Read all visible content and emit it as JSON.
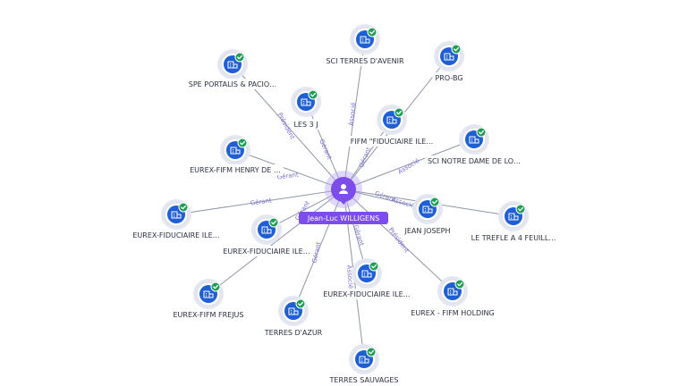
{
  "colors": {
    "edge": "#8f96a5",
    "edge_label": "#7a6fd6",
    "company": "#1f5fd6",
    "verified": "#1f9d55",
    "person": "#7c4dea"
  },
  "center": {
    "label": "Jean-Luc WILLIGENS",
    "icon": "person-icon"
  },
  "company_icon": "building-icon",
  "verified_icon": "check-badge-icon",
  "companies": [
    {
      "label": "SCI TERRES D'AVENIR",
      "edge_label": "Associé"
    },
    {
      "label": "PRO-BG",
      "edge_label": ""
    },
    {
      "label": "SPE PORTALIS & PACIO…",
      "edge_label": "Président"
    },
    {
      "label": "LES 3 J",
      "edge_label": "Gérant"
    },
    {
      "label": "FIFM \"FIDUCIAIRE ILE…",
      "edge_label": "Gérant"
    },
    {
      "label": "SCI NOTRE DAME DE LO…",
      "edge_label": "Associé"
    },
    {
      "label": "EUREX-FIFM HENRY DE …",
      "edge_label": "Gérant"
    },
    {
      "label": "EUREX-FIDUCIAIRE ILE…",
      "edge_label": "Gérant"
    },
    {
      "label": "JEAN JOSEPH",
      "edge_label": "Gérant"
    },
    {
      "label": "LE TREFLE A 4 FEUILL…",
      "edge_label": "Associé"
    },
    {
      "label": "EUREX-FIDUCIAIRE ILE…",
      "edge_label": "Gérant"
    },
    {
      "label": "EUREX-FIDUCIAIRE ILE…",
      "edge_label": "Gérant"
    },
    {
      "label": "EUREX - FIFM HOLDING",
      "edge_label": "Président"
    },
    {
      "label": "EUREX-FIFM FREJUS",
      "edge_label": ""
    },
    {
      "label": "TERRES D'AZUR",
      "edge_label": "Gérant"
    },
    {
      "label": "TERRES SAUVAGES",
      "edge_label": "Associé"
    }
  ]
}
